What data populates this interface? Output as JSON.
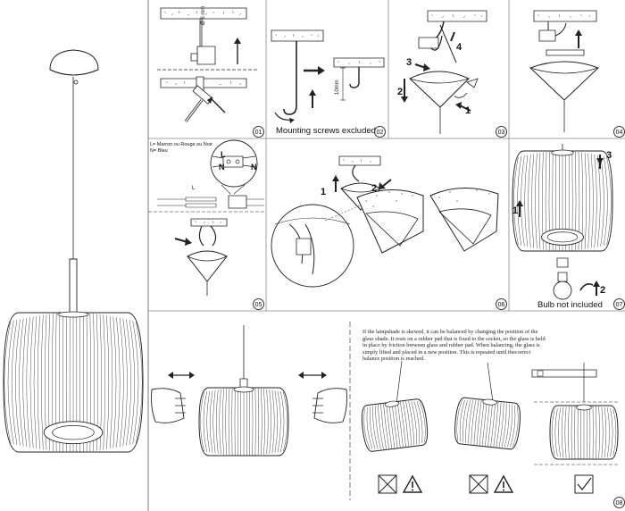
{
  "panel_steps": [
    "01",
    "02",
    "03",
    "04",
    "05",
    "06",
    "07",
    "08"
  ],
  "labels": {
    "drill_size": "Ø 6 mm",
    "mounting_note": "Mounting screws excluded",
    "hook_length": "10mm",
    "bulb_note": "Bulb not included",
    "wire_legend_line1": "L= Marron ou Rouge ou Noir",
    "wire_legend_line2": "N= Bleu",
    "wire_L": "L",
    "wire_N": "N",
    "wire_L_side": "L",
    "wire_N_side": "N"
  },
  "step_numbers": {
    "p03": [
      "1",
      "2",
      "3",
      "4"
    ],
    "p06": [
      "1",
      "2"
    ],
    "p07": [
      "1",
      "2",
      "3"
    ]
  },
  "balancing_text": "If the lampshade is skewed, it can be balanced by changing the position of the glass shade. It rests on a rubber pad that is fixed to the socket, so the glass is held in place by friction between glass and rubber pad. When balancing, the glass is simply lifted and placed in a new position. This is repeated until thecorrect balance position is reached.",
  "icons": [
    "cross-box-icon",
    "warning-triangle-icon",
    "check-box-icon"
  ]
}
